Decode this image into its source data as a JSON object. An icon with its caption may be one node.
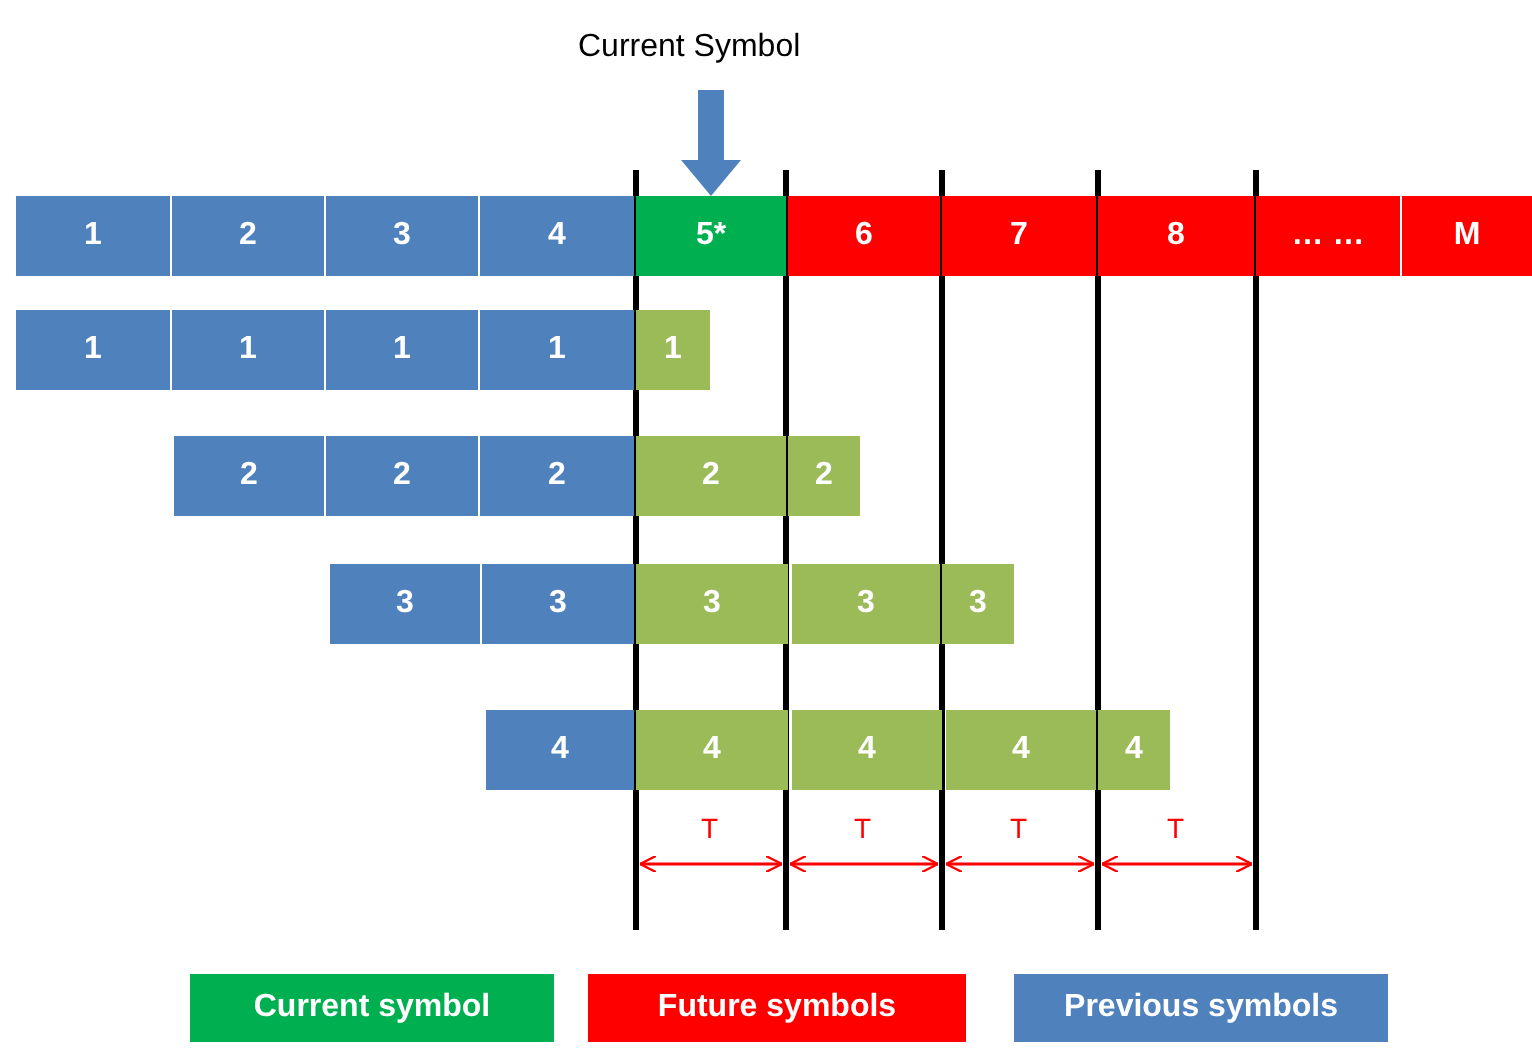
{
  "diagram": {
    "nodes": [
      {
        "text": [
          "Current Symbol"
        ]
      },
      {
        "text": [
          "1"
        ]
      },
      {
        "text": [
          "2"
        ]
      },
      {
        "text": [
          "3"
        ]
      },
      {
        "text": [
          "4"
        ]
      },
      {
        "text": [
          "5*"
        ]
      },
      {
        "text": [
          "6"
        ]
      },
      {
        "text": [
          "7"
        ]
      },
      {
        "text": [
          "8"
        ]
      },
      {
        "text": [
          "… …"
        ]
      },
      {
        "text": [
          "M"
        ]
      },
      {
        "text": [
          "1"
        ]
      },
      {
        "text": [
          "1"
        ]
      },
      {
        "text": [
          "1"
        ]
      },
      {
        "text": [
          "1"
        ]
      },
      {
        "text": [
          "1"
        ]
      },
      {
        "text": [
          "2"
        ]
      },
      {
        "text": [
          "2"
        ]
      },
      {
        "text": [
          "2"
        ]
      },
      {
        "text": [
          "2"
        ]
      },
      {
        "text": [
          "2"
        ]
      },
      {
        "text": [
          "3"
        ]
      },
      {
        "text": [
          "3"
        ]
      },
      {
        "text": [
          "3"
        ]
      },
      {
        "text": [
          "3"
        ]
      },
      {
        "text": [
          "3"
        ]
      },
      {
        "text": [
          "4"
        ]
      },
      {
        "text": [
          "4"
        ]
      },
      {
        "text": [
          "4"
        ]
      },
      {
        "text": [
          "4"
        ]
      },
      {
        "text": [
          "4"
        ]
      }
    ],
    "edges": [
      {
        "from": 0,
        "to": 5,
        "arrow": "to"
      }
    ],
    "labels": [
      "T",
      "T",
      "T",
      "T"
    ],
    "legend": [
      {
        "text": "Current symbol",
        "color": "#00b050"
      },
      {
        "text": "Future symbols",
        "color": "#ff0000"
      },
      {
        "text": "Previous symbols",
        "color": "#4f81bd"
      }
    ]
  }
}
